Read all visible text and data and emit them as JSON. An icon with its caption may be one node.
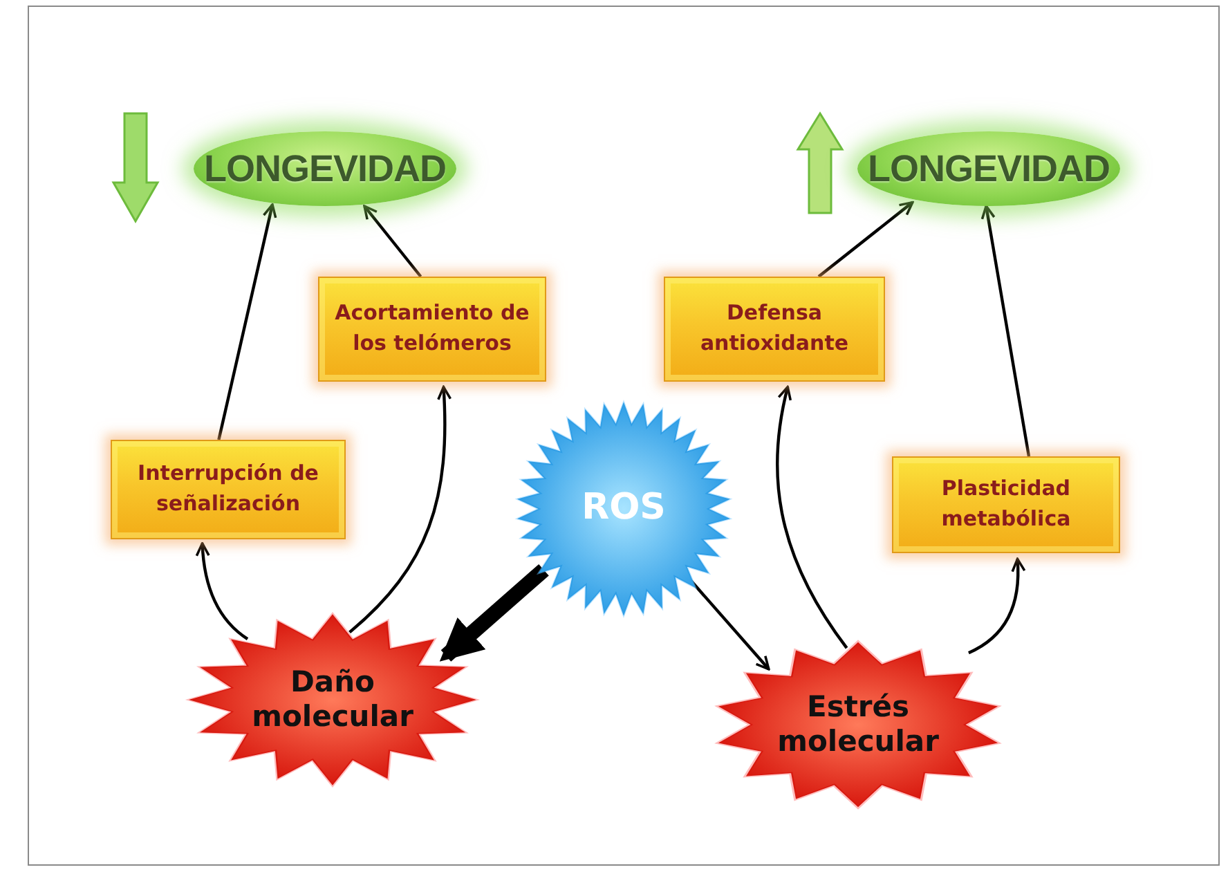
{
  "diagram": {
    "nodes": [
      {
        "text": [
          "LONGEVIDAD"
        ]
      },
      {
        "text": [
          "LONGEVIDAD"
        ]
      },
      {
        "text": [
          "Acortamiento de los telómeros"
        ]
      },
      {
        "text": [
          "Defensa antioxidante"
        ]
      },
      {
        "text": [
          "Interrupción de señalización"
        ]
      },
      {
        "text": [
          "ROS"
        ]
      },
      {
        "text": [
          "Plasticidad metabólica"
        ]
      },
      {
        "text": [
          "Daño molecular"
        ]
      },
      {
        "text": [
          "Estrés molecular"
        ]
      }
    ],
    "edges": [
      {
        "from": 4,
        "to": 0,
        "arrow": "to"
      },
      {
        "from": 2,
        "to": 0,
        "arrow": "to"
      },
      {
        "from": 3,
        "to": 1,
        "arrow": "to"
      },
      {
        "from": 6,
        "to": 1,
        "arrow": "to"
      },
      {
        "from": 7,
        "to": 4,
        "arrow": "to"
      },
      {
        "from": 7,
        "to": 2,
        "arrow": "to"
      },
      {
        "from": 5,
        "to": 7,
        "arrow": "to",
        "style": "thick"
      },
      {
        "from": 5,
        "to": 8,
        "arrow": "to"
      },
      {
        "from": 8,
        "to": 3,
        "arrow": "to"
      },
      {
        "from": 8,
        "to": 6,
        "arrow": "to"
      }
    ]
  }
}
